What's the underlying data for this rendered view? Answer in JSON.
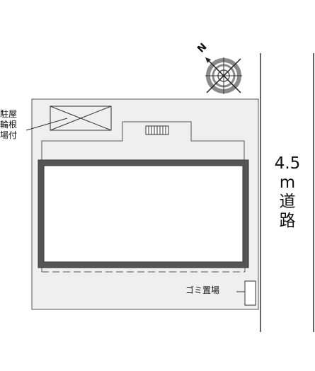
{
  "labels": {
    "road": [
      "4.5",
      "m",
      "道",
      "路"
    ],
    "bike_parking": [
      "駐屋",
      "輪根",
      "場付"
    ],
    "trash_area": "ゴミ置場",
    "north": "N"
  },
  "colors": {
    "lot_fill": "#efefef",
    "building_outline": "#555555",
    "line": "#222222",
    "compass_ring": "#8a8a8a"
  }
}
